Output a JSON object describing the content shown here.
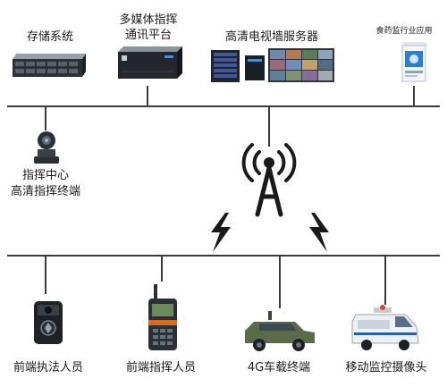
{
  "top_labels": {
    "storage": "存储系统",
    "multimedia_line1": "多媒体指挥",
    "multimedia_line2": "通讯平台",
    "video_wall": "高清电视墙服务器",
    "food_drug": "食药监行业应用"
  },
  "center_terminal": {
    "line1": "指挥中心",
    "line2": "高清指挥终端"
  },
  "bottom_labels": {
    "body_cam": "前端执法人员",
    "radio": "前端指挥人员",
    "vehicle": "4G车载终端",
    "mobile_monitor": "移动监控摄像头"
  },
  "colors": {
    "line": "#3a3a3a",
    "device_dark": "#2b2f36",
    "lightning": "#1a1a1a",
    "vehicle_green": "#5b6b4a",
    "van_white": "#eef1f4",
    "app_blue": "#2a7fd4"
  },
  "icons": {
    "tower": "signal-tower-icon",
    "bolt": "lightning-bolt-icon"
  }
}
